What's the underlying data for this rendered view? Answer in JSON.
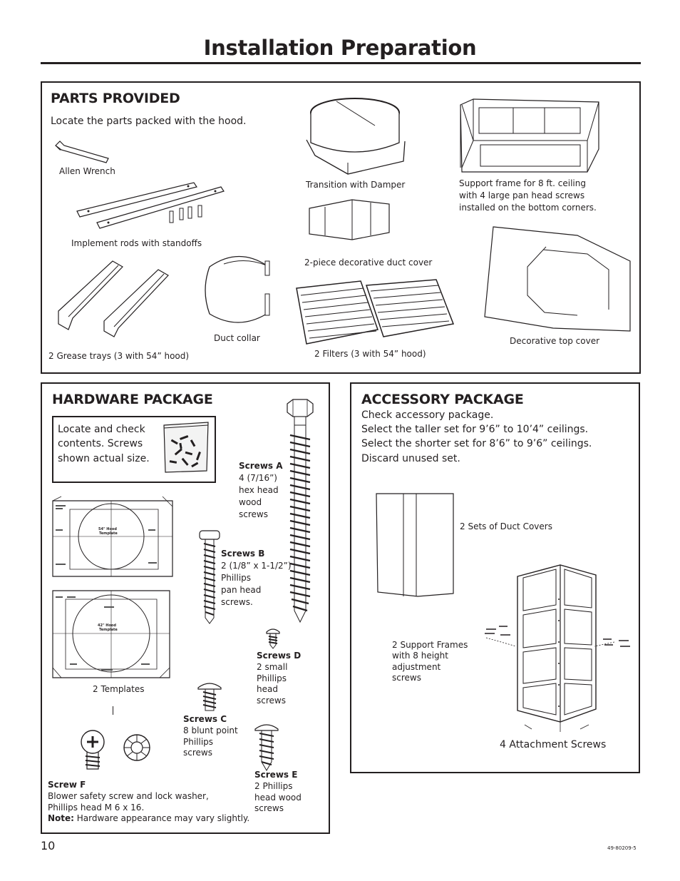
{
  "page": {
    "title": "Installation Preparation",
    "page_number": "10",
    "doc_code": "49-80209-5"
  },
  "parts": {
    "heading": "PARTS PROVIDED",
    "intro": "Locate the parts packed with the hood.",
    "allen_wrench": "Allen Wrench",
    "implement_rods": "Implement rods with standoffs",
    "grease_trays": "2 Grease trays (3 with 54” hood)",
    "duct_collar": "Duct collar",
    "transition": "Transition with Damper",
    "duct_cover": "2-piece decorative duct cover",
    "filters": "2 Filters (3 with 54” hood)",
    "support_frame": [
      "Support frame for 8 ft. ceiling",
      "with 4 large pan head screws",
      "installed on the bottom corners."
    ],
    "top_cover": "Decorative top cover"
  },
  "hardware": {
    "heading": "HARDWARE PACKAGE",
    "locate": [
      "Locate and check",
      "contents. Screws",
      "shown actual size."
    ],
    "templates": "2 Templates",
    "template_54": [
      "54\" Hood",
      "Template"
    ],
    "template_42": [
      "42\" Hood",
      "Template"
    ],
    "screws_a": {
      "name": "Screws A",
      "lines": [
        "4 (7/16”)",
        "hex head",
        "wood",
        "screws"
      ]
    },
    "screws_b": {
      "name": "Screws B",
      "lines": [
        "2 (1/8” x 1-1/2”)",
        "Phillips",
        "pan head",
        "screws."
      ]
    },
    "screws_c": {
      "name": "Screws C",
      "lines": [
        "8 blunt point",
        "Phillips",
        "screws"
      ]
    },
    "screws_d": {
      "name": "Screws D",
      "lines": [
        "2 small",
        "Phillips",
        "head",
        "screws"
      ]
    },
    "screws_e": {
      "name": "Screws E",
      "lines": [
        "2 Phillips",
        "head wood",
        "screws"
      ]
    },
    "screw_f": {
      "name": "Screw F",
      "lines": [
        "Blower safety screw and lock washer,",
        "Phillips head M 6 x 16."
      ]
    },
    "note_label": "Note:",
    "note_text": " Hardware appearance may vary slightly."
  },
  "accessory": {
    "heading": "ACCESSORY PACKAGE",
    "lines": [
      "Check accessory package.",
      "Select the taller set for 9’6” to 10’4” ceilings.",
      "Select the shorter set for 8’6” to 9’6” ceilings.",
      "Discard unused set."
    ],
    "duct_covers": "2 Sets of Duct Covers",
    "support_frames": [
      "2 Support Frames",
      "with 8 height",
      "adjustment",
      "screws"
    ],
    "attachment_screws": "4 Attachment Screws"
  }
}
